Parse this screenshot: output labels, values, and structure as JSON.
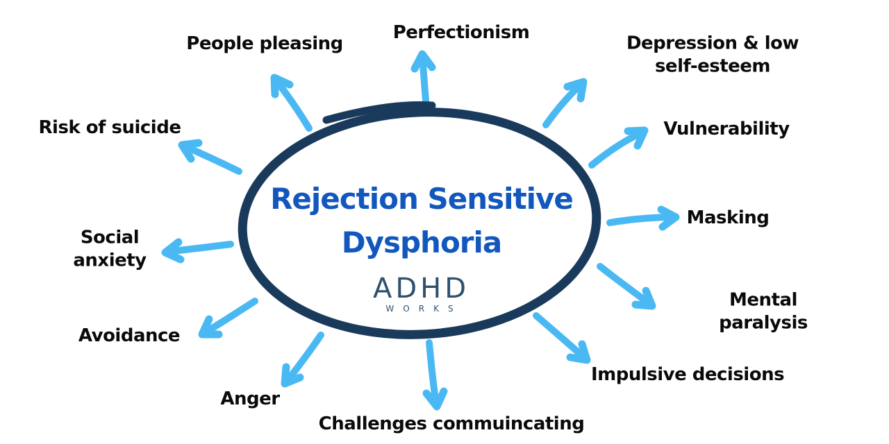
{
  "colors": {
    "background": "#ffffff",
    "arrow": "#4ab9f3",
    "oval": "#1a3a5c",
    "title_text": "#1257be",
    "label_text": "#0a0a0a",
    "logo_text": "#2e5170"
  },
  "center": {
    "line1": "Rejection Sensitive",
    "line2": "Dysphoria",
    "logo_main": "ADHD",
    "logo_sub": "WORKS"
  },
  "labels": [
    {
      "id": "perfectionism",
      "text": "Perfectionism"
    },
    {
      "id": "depression-low-self-esteem",
      "text": "Depression & low self-esteem"
    },
    {
      "id": "vulnerability",
      "text": "Vulnerability"
    },
    {
      "id": "masking",
      "text": "Masking"
    },
    {
      "id": "mental-paralysis",
      "text": "Mental paralysis"
    },
    {
      "id": "impulsive-decisions",
      "text": "Impulsive decisions"
    },
    {
      "id": "challenges-commuincating",
      "text": "Challenges commuincating"
    },
    {
      "id": "anger",
      "text": "Anger"
    },
    {
      "id": "avoidance",
      "text": "Avoidance"
    },
    {
      "id": "social-anxiety",
      "text": "Social\nanxiety"
    },
    {
      "id": "risk-of-suicide",
      "text": "Risk of suicide"
    },
    {
      "id": "people-pleasing",
      "text": "People pleasing"
    }
  ]
}
